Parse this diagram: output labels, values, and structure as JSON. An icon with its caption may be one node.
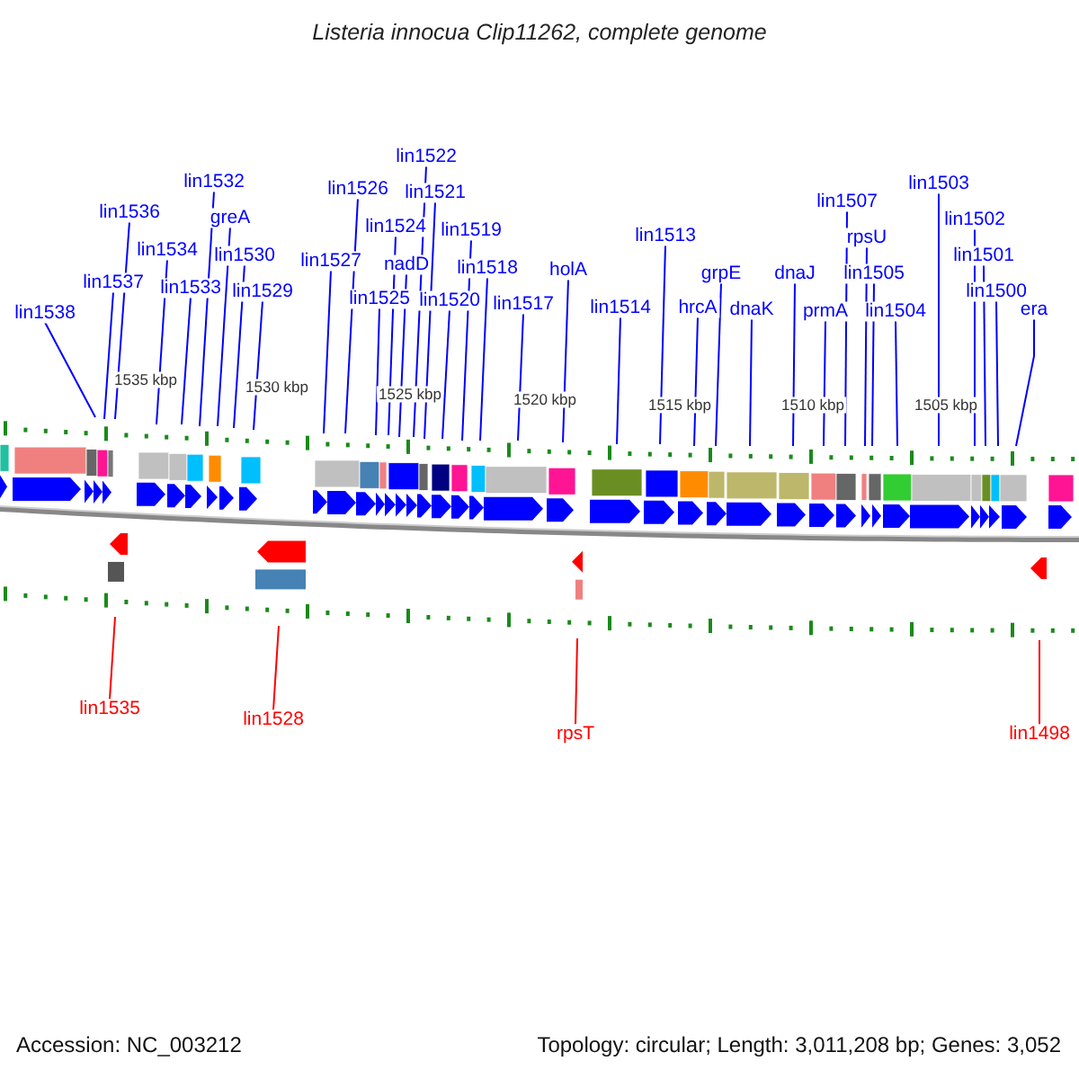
{
  "diagram": {
    "title": "Listeria innocua Clip11262, complete genome",
    "nodes": [
      {
        "text": [
          "lin1538"
        ]
      },
      {
        "text": [
          "lin1537"
        ]
      },
      {
        "text": [
          "lin1536"
        ]
      },
      {
        "text": [
          "lin1534"
        ]
      },
      {
        "text": [
          "lin1533"
        ]
      },
      {
        "text": [
          "lin1532"
        ]
      },
      {
        "text": [
          "greA"
        ]
      },
      {
        "text": [
          "lin1530"
        ]
      },
      {
        "text": [
          "lin1529"
        ]
      },
      {
        "text": [
          "lin1527"
        ]
      },
      {
        "text": [
          "lin1526"
        ]
      },
      {
        "text": [
          "lin1525"
        ]
      },
      {
        "text": [
          "lin1524"
        ]
      },
      {
        "text": [
          "nadD"
        ]
      },
      {
        "text": [
          "lin1522"
        ]
      },
      {
        "text": [
          "lin1521"
        ]
      },
      {
        "text": [
          "lin1520"
        ]
      },
      {
        "text": [
          "lin1519"
        ]
      },
      {
        "text": [
          "lin1518"
        ]
      },
      {
        "text": [
          "lin1517"
        ]
      },
      {
        "text": [
          "holA"
        ]
      },
      {
        "text": [
          "lin1514"
        ]
      },
      {
        "text": [
          "lin1513"
        ]
      },
      {
        "text": [
          "hrcA"
        ]
      },
      {
        "text": [
          "grpE"
        ]
      },
      {
        "text": [
          "dnaK"
        ]
      },
      {
        "text": [
          "dnaJ"
        ]
      },
      {
        "text": [
          "prmA"
        ]
      },
      {
        "text": [
          "lin1507"
        ]
      },
      {
        "text": [
          "rpsU"
        ]
      },
      {
        "text": [
          "lin1505"
        ]
      },
      {
        "text": [
          "lin1504"
        ]
      },
      {
        "text": [
          "lin1503"
        ]
      },
      {
        "text": [
          "lin1502"
        ]
      },
      {
        "text": [
          "lin1501"
        ]
      },
      {
        "text": [
          "lin1500"
        ]
      },
      {
        "text": [
          "era"
        ]
      },
      {
        "text": [
          "lin1535"
        ]
      },
      {
        "text": [
          "lin1528"
        ]
      },
      {
        "text": [
          "rpsT"
        ]
      },
      {
        "text": [
          "lin1498"
        ]
      }
    ],
    "edges": [
      {
        "from": 0,
        "to": null,
        "arrow": "none"
      },
      {
        "from": 1,
        "to": null,
        "arrow": "none"
      },
      {
        "from": 2,
        "to": null,
        "arrow": "none"
      },
      {
        "from": 3,
        "to": null,
        "arrow": "none"
      },
      {
        "from": 4,
        "to": null,
        "arrow": "none"
      },
      {
        "from": 5,
        "to": null,
        "arrow": "none"
      },
      {
        "from": 6,
        "to": null,
        "arrow": "none"
      },
      {
        "from": 7,
        "to": null,
        "arrow": "none"
      },
      {
        "from": 8,
        "to": null,
        "arrow": "none"
      },
      {
        "from": 9,
        "to": null,
        "arrow": "none"
      },
      {
        "from": 10,
        "to": null,
        "arrow": "none"
      },
      {
        "from": 11,
        "to": null,
        "arrow": "none"
      },
      {
        "from": 12,
        "to": null,
        "arrow": "none"
      },
      {
        "from": 13,
        "to": null,
        "arrow": "none"
      },
      {
        "from": 14,
        "to": null,
        "arrow": "none"
      },
      {
        "from": 15,
        "to": null,
        "arrow": "none"
      },
      {
        "from": 16,
        "to": null,
        "arrow": "none"
      },
      {
        "from": 17,
        "to": null,
        "arrow": "none"
      },
      {
        "from": 18,
        "to": null,
        "arrow": "none"
      },
      {
        "from": 19,
        "to": null,
        "arrow": "none"
      },
      {
        "from": 20,
        "to": null,
        "arrow": "none"
      },
      {
        "from": 21,
        "to": null,
        "arrow": "none"
      },
      {
        "from": 22,
        "to": null,
        "arrow": "none"
      },
      {
        "from": 23,
        "to": null,
        "arrow": "none"
      },
      {
        "from": 24,
        "to": null,
        "arrow": "none"
      },
      {
        "from": 25,
        "to": null,
        "arrow": "none"
      },
      {
        "from": 26,
        "to": null,
        "arrow": "none"
      },
      {
        "from": 27,
        "to": null,
        "arrow": "none"
      },
      {
        "from": 28,
        "to": null,
        "arrow": "none"
      },
      {
        "from": 29,
        "to": null,
        "arrow": "none"
      },
      {
        "from": 30,
        "to": null,
        "arrow": "none"
      },
      {
        "from": 31,
        "to": null,
        "arrow": "none"
      },
      {
        "from": 32,
        "to": null,
        "arrow": "none"
      },
      {
        "from": 33,
        "to": null,
        "arrow": "none"
      },
      {
        "from": 34,
        "to": null,
        "arrow": "none"
      },
      {
        "from": 35,
        "to": null,
        "arrow": "none"
      },
      {
        "from": 36,
        "to": null,
        "arrow": "none"
      },
      {
        "from": 37,
        "to": null,
        "arrow": "none",
        "color": "#ff0000"
      },
      {
        "from": 38,
        "to": null,
        "arrow": "none",
        "color": "#ff0000"
      },
      {
        "from": 39,
        "to": null,
        "arrow": "none",
        "color": "#ff0000"
      },
      {
        "from": 40,
        "to": null,
        "arrow": "none",
        "color": "#ff0000"
      }
    ],
    "labels": [
      "1535 kbp",
      "1530 kbp",
      "1525 kbp",
      "1520 kbp",
      "1515 kbp",
      "1510 kbp",
      "1505 kbp",
      "Accession: NC_003212",
      "Topology: circular; Length: 3,011,208 bp; Genes: 3,052"
    ]
  }
}
